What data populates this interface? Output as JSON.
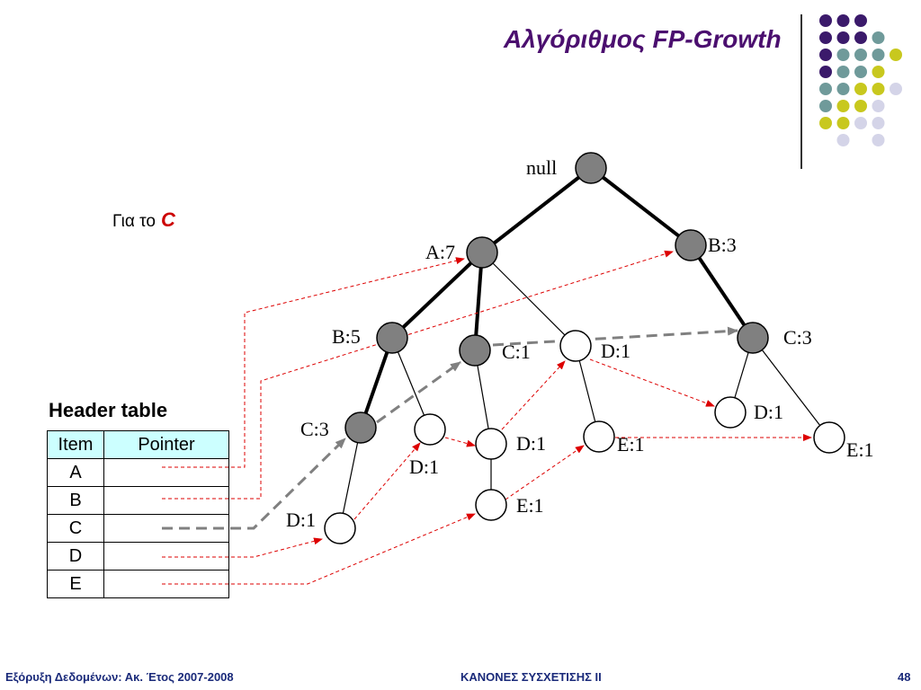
{
  "slide": {
    "title": "Αλγόριθμος FP-Growth",
    "subtitle": "Για το",
    "focus_item": "C",
    "header_table_label": "Header table"
  },
  "header_table": {
    "columns": [
      "Item",
      "Pointer"
    ],
    "rows": [
      "A",
      "B",
      "C",
      "D",
      "E"
    ]
  },
  "tree": {
    "nodes": [
      {
        "id": "null",
        "label": "null",
        "fill": "gray"
      },
      {
        "id": "A7",
        "label": "A:7",
        "fill": "gray"
      },
      {
        "id": "B3",
        "label": "B:3",
        "fill": "gray"
      },
      {
        "id": "B5",
        "label": "B:5",
        "fill": "gray"
      },
      {
        "id": "C1",
        "label": "C:1",
        "fill": "gray"
      },
      {
        "id": "D1a",
        "label": "D:1",
        "fill": "white"
      },
      {
        "id": "C3r",
        "label": "C:3",
        "fill": "gray"
      },
      {
        "id": "C3l",
        "label": "C:3",
        "fill": "gray"
      },
      {
        "id": "D1b",
        "label": "D:1",
        "fill": "white"
      },
      {
        "id": "D1c",
        "label": "D:1",
        "fill": "white"
      },
      {
        "id": "E1a",
        "label": "E:1",
        "fill": "white"
      },
      {
        "id": "D1d",
        "label": "D:1",
        "fill": "white"
      },
      {
        "id": "E1b",
        "label": "E:1",
        "fill": "white"
      },
      {
        "id": "D1e",
        "label": "D:1",
        "fill": "white"
      },
      {
        "id": "E1c",
        "label": "E:1",
        "fill": "white"
      }
    ]
  },
  "colors": {
    "title": "#4b0f6f",
    "pointer_link": "#dd0000",
    "focus_link": "#808080",
    "gray_node": "#808080",
    "header_fill": "#ccffff",
    "footer": "#1a2a7a"
  },
  "footer": {
    "left": "Εξόρυξη Δεδομένων: Ακ. Έτος 2007-2008",
    "center": "ΚΑΝΟΝΕΣ ΣΥΣΧΕΤΙΣΗΣ ΙΙ",
    "page": "48"
  }
}
